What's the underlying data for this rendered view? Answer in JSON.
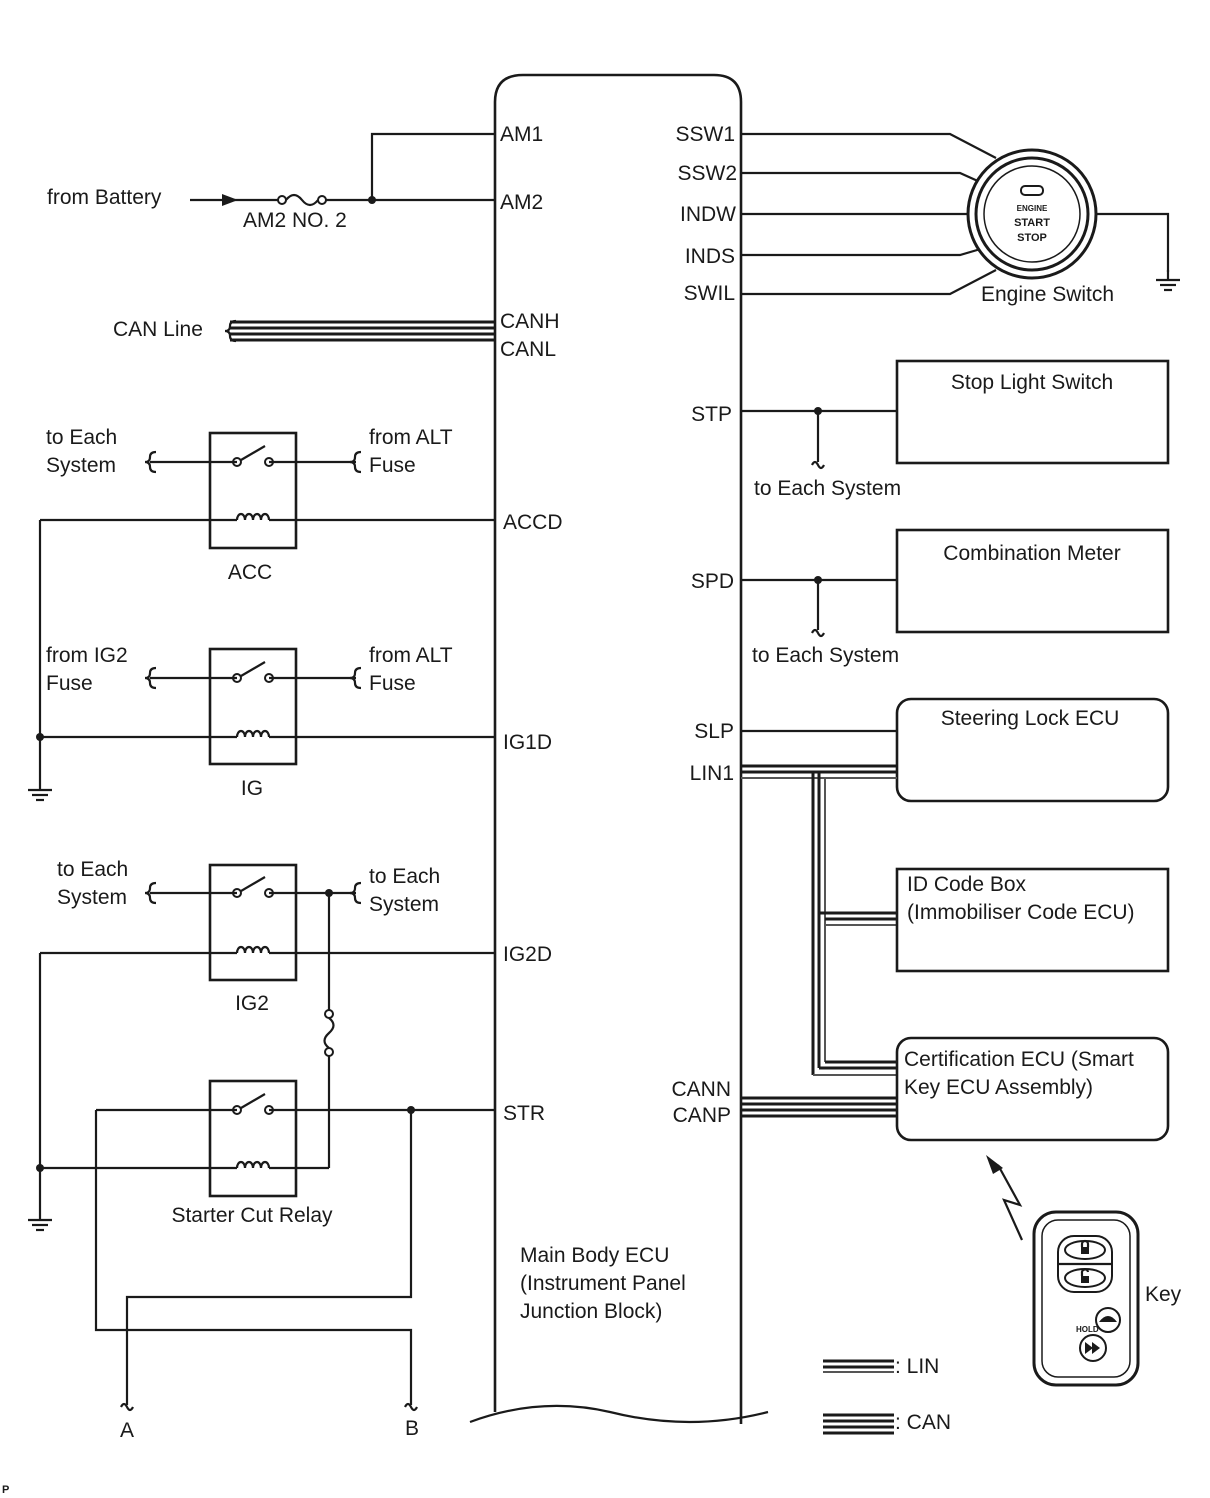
{
  "ecu": {
    "title_lines": [
      "Main Body ECU",
      "(Instrument Panel",
      "Junction Block)"
    ]
  },
  "pins_left": {
    "am1": "AM1",
    "am2": "AM2",
    "canh": "CANH",
    "canl": "CANL",
    "accd": "ACCD",
    "ig1d": "IG1D",
    "ig2d": "IG2D",
    "str": "STR"
  },
  "pins_right": {
    "ssw1": "SSW1",
    "ssw2": "SSW2",
    "indw": "INDW",
    "inds": "INDS",
    "swil": "SWIL",
    "stp": "STP",
    "spd": "SPD",
    "slp": "SLP",
    "lin1": "LIN1",
    "cann": "CANN",
    "canp": "CANP"
  },
  "battery": {
    "from": "from Battery",
    "fuse": "AM2 NO. 2"
  },
  "can_line": "CAN Line",
  "relays": {
    "acc": {
      "name": "ACC",
      "left_lines": [
        "to Each",
        "System"
      ],
      "right_lines": [
        "from ALT",
        "Fuse"
      ]
    },
    "ig": {
      "name": "IG",
      "left_lines": [
        "from IG2",
        "Fuse"
      ],
      "right_lines": [
        "from ALT",
        "Fuse"
      ]
    },
    "ig2": {
      "name": "IG2",
      "left_lines": [
        "to Each",
        "System"
      ],
      "right_lines": [
        "to Each",
        "System"
      ]
    },
    "starter": {
      "name": "Starter Cut Relay"
    }
  },
  "terminals": {
    "a": "A",
    "b": "B"
  },
  "engine_switch": {
    "label": "Engine Switch",
    "button_lines": [
      "ENGINE",
      "START",
      "STOP"
    ]
  },
  "components": {
    "stop_light": {
      "label_lines": [
        "Stop Light Switch"
      ],
      "branch": "to Each System"
    },
    "combination_meter": {
      "label_lines": [
        "Combination Meter"
      ],
      "branch": "to Each System"
    },
    "steering_lock": {
      "label_lines": [
        "Steering Lock ECU"
      ]
    },
    "id_code_box": {
      "label_lines": [
        "ID Code Box",
        "(Immobiliser Code ECU)"
      ]
    },
    "certification": {
      "label_lines": [
        "Certification ECU (Smart",
        "Key ECU Assembly)"
      ]
    }
  },
  "key": {
    "label": "Key",
    "hold": "HOLD"
  },
  "legend": {
    "lin": ": LIN",
    "can": ": CAN"
  },
  "corner_mark": "P"
}
